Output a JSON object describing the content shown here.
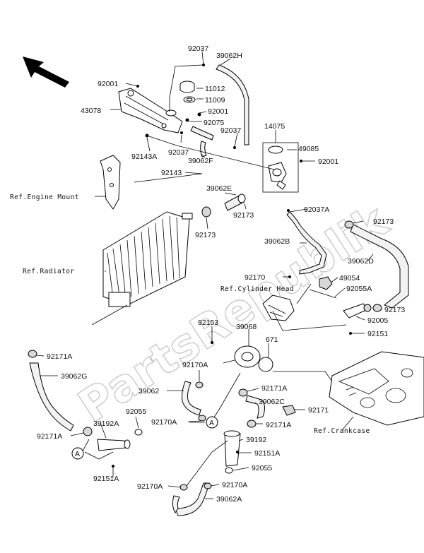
{
  "watermark": "PartsRepublik",
  "parts": [
    {
      "id": "p92037_top",
      "label": "92037"
    },
    {
      "id": "p39062H",
      "label": "39062H"
    },
    {
      "id": "p92001_a",
      "label": "92001"
    },
    {
      "id": "p11012",
      "label": "11012"
    },
    {
      "id": "p11009",
      "label": "11009"
    },
    {
      "id": "p43078",
      "label": "43078"
    },
    {
      "id": "p92001_b",
      "label": "92001"
    },
    {
      "id": "p92075",
      "label": "92075"
    },
    {
      "id": "p92037_mid",
      "label": "92037"
    },
    {
      "id": "p14075",
      "label": "14075"
    },
    {
      "id": "p49085",
      "label": "49085"
    },
    {
      "id": "p92001_c",
      "label": "92001"
    },
    {
      "id": "p92143A",
      "label": "92143A"
    },
    {
      "id": "p92037_low",
      "label": "92037"
    },
    {
      "id": "p39062F",
      "label": "39062F"
    },
    {
      "id": "p92143",
      "label": "92143"
    },
    {
      "id": "p39062E",
      "label": "39062E"
    },
    {
      "id": "p92173_a",
      "label": "92173"
    },
    {
      "id": "p92037A",
      "label": "92037A"
    },
    {
      "id": "p92173_b",
      "label": "92173"
    },
    {
      "id": "p92173_c",
      "label": "92173"
    },
    {
      "id": "p39062B",
      "label": "39062B"
    },
    {
      "id": "p39062D",
      "label": "39062D"
    },
    {
      "id": "p92170",
      "label": "92170"
    },
    {
      "id": "p49054",
      "label": "49054"
    },
    {
      "id": "p92055A",
      "label": "92055A"
    },
    {
      "id": "p92173_d",
      "label": "92173"
    },
    {
      "id": "p92005",
      "label": "92005"
    },
    {
      "id": "p92151",
      "label": "92151"
    },
    {
      "id": "p92153",
      "label": "92153"
    },
    {
      "id": "p39068",
      "label": "39068"
    },
    {
      "id": "p671",
      "label": "671"
    },
    {
      "id": "p92171A_a",
      "label": "92171A"
    },
    {
      "id": "p39062G",
      "label": "39062G"
    },
    {
      "id": "p92170A_a",
      "label": "92170A"
    },
    {
      "id": "p39062",
      "label": "39062"
    },
    {
      "id": "p92171A_b",
      "label": "92171A"
    },
    {
      "id": "p39062C",
      "label": "39062C"
    },
    {
      "id": "p92171",
      "label": "92171"
    },
    {
      "id": "p92055_a",
      "label": "92055"
    },
    {
      "id": "p39192A",
      "label": "39192A"
    },
    {
      "id": "p92170A_b",
      "label": "92170A"
    },
    {
      "id": "p92171A_c",
      "label": "92171A"
    },
    {
      "id": "p92171A_d",
      "label": "92171A"
    },
    {
      "id": "p39192",
      "label": "39192"
    },
    {
      "id": "p92151A_a",
      "label": "92151A"
    },
    {
      "id": "p92151A_b",
      "label": "92151A"
    },
    {
      "id": "p92055_b",
      "label": "92055"
    },
    {
      "id": "p92170A_c",
      "label": "92170A"
    },
    {
      "id": "p92170A_d",
      "label": "92170A"
    },
    {
      "id": "p39062A",
      "label": "39062A"
    }
  ],
  "references": [
    {
      "id": "ref_engine_mount",
      "label": "Ref.Engine Mount"
    },
    {
      "id": "ref_radiator",
      "label": "Ref.Radiator"
    },
    {
      "id": "ref_cylinder_head",
      "label": "Ref.Cylinder Head"
    },
    {
      "id": "ref_crankcase",
      "label": "Ref.Crankcase"
    }
  ],
  "connectors": [
    {
      "id": "conn_a_left",
      "label": "A"
    },
    {
      "id": "conn_a_mid",
      "label": "A"
    }
  ],
  "front_arrow": "front-direction-arrow"
}
